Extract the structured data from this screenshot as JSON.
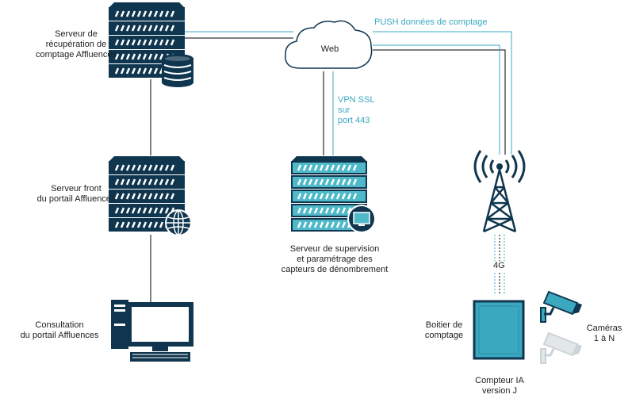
{
  "colors": {
    "teal": "#3aa9c0",
    "navy": "#10364f",
    "light_teal": "#4fb9c9",
    "gray": "#c7d1d6",
    "line": "#000000"
  },
  "nodes": {
    "server_recup": {
      "lines": [
        "Serveur de",
        "récupération de",
        "comptage Affluences"
      ],
      "icons": [
        "server-rack-icon",
        "database-icon"
      ]
    },
    "server_front": {
      "lines": [
        "Serveur front",
        "du portail Affluences"
      ],
      "icons": [
        "server-rack-icon",
        "globe-icon"
      ]
    },
    "consultation": {
      "lines": [
        "Consultation",
        "du portail Affluences"
      ],
      "icons": [
        "desktop-computer-icon"
      ]
    },
    "web": {
      "label": "Web",
      "icon": "cloud-icon"
    },
    "server_supervision": {
      "lines": [
        "Serveur de supervision",
        "et paramétrage des",
        "capteurs de dénombrement"
      ],
      "icons": [
        "server-rack-icon",
        "monitor-icon"
      ]
    },
    "antenna": {
      "icon": "cell-tower-icon"
    },
    "boitier": {
      "lines": [
        "Boitier de",
        "comptage"
      ]
    },
    "compteur": {
      "lines": [
        "Compteur IA",
        "version J"
      ]
    },
    "cameras": {
      "lines": [
        "Caméras",
        "1 à N"
      ],
      "icons": [
        "camera-icon",
        "camera-icon"
      ]
    }
  },
  "edges": {
    "push": "PUSH données de comptage",
    "vpn": [
      "VPN SSL",
      "sur",
      "port 443"
    ],
    "fourg": "4G"
  }
}
